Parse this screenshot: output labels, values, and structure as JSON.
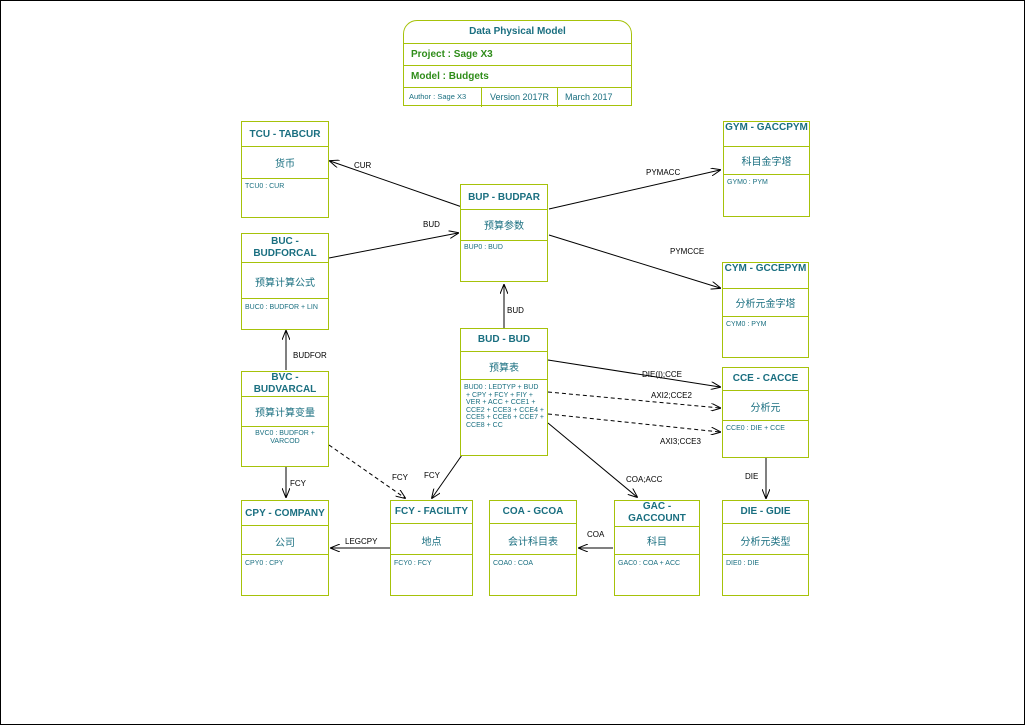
{
  "title_block": {
    "title": "Data Physical Model",
    "project": "Project : Sage X3",
    "model": "Model   : Budgets",
    "author": "Author : Sage X3",
    "version": "Version 2017R",
    "date": "March 2017"
  },
  "entities": {
    "tcu": {
      "title": "TCU - TABCUR",
      "name": "货币",
      "key": "TCU0 : CUR"
    },
    "buc": {
      "title": "BUC - BUDFORCAL",
      "name": "预算计算公式",
      "key": "BUC0 : BUDFOR + LIN"
    },
    "bvc": {
      "title": "BVC - BUDVARCAL",
      "name": "预算计算变量",
      "key": "BVC0 : BUDFOR + VARCOD"
    },
    "cpy": {
      "title": "CPY - COMPANY",
      "name": "公司",
      "key": "CPY0 : CPY"
    },
    "bup": {
      "title": "BUP - BUDPAR",
      "name": "预算参数",
      "key": "BUP0 : BUD"
    },
    "bud": {
      "title": "BUD - BUD",
      "name": "预算表",
      "key": "BUD0 : LEDTYP + BUD + CPY + FCY + FIY + VER + ACC + CCE1 + CCE2 + CCE3 + CCE4 + CCE5 + CCE6 + CCE7 + CCE8 + CC"
    },
    "fcy": {
      "title": "FCY - FACILITY",
      "name": "地点",
      "key": "FCY0 : FCY"
    },
    "coa": {
      "title": "COA - GCOA",
      "name": "会计科目表",
      "key": "COA0 : COA"
    },
    "gac": {
      "title": "GAC - GACCOUNT",
      "name": "科目",
      "key": "GAC0 : COA + ACC"
    },
    "gym": {
      "title": "GYM - GACCPYM",
      "name": "科目金字塔",
      "key": "GYM0 : PYM"
    },
    "cym": {
      "title": "CYM - GCCEPYM",
      "name": "分析元金字塔",
      "key": "CYM0 : PYM"
    },
    "cce": {
      "title": "CCE - CACCE",
      "name": "分析元",
      "key": "CCE0 : DIE + CCE"
    },
    "die": {
      "title": "DIE - GDIE",
      "name": "分析元类型",
      "key": "DIE0 : DIE"
    }
  },
  "relations": {
    "cur": "CUR",
    "bud_buc": "BUD",
    "pymacc": "PYMACC",
    "pymcce": "PYMCCE",
    "bud_bud": "BUD",
    "budfor": "BUDFOR",
    "die_cce": "DIE(I);CCE",
    "axi2": "AXI2;CCE2",
    "axi3": "AXI3;CCE3",
    "fcy_bvc": "FCY",
    "fcy_bud": "FCY",
    "fcy_cpy": "FCY",
    "coa_acc": "COA;ACC",
    "die": "DIE",
    "legcpy": "LEGCPY",
    "coa": "COA"
  },
  "colors": {
    "border": "#a6c20a",
    "text_teal": "#1a6f80",
    "text_green": "#2f8d1a"
  }
}
